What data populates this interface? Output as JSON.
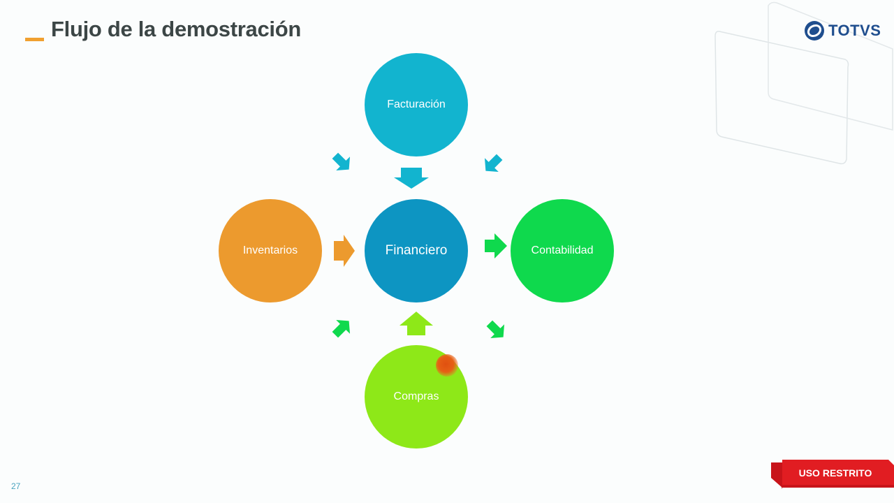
{
  "slide": {
    "title": "Flujo de la demostración",
    "page_number": "27",
    "restricted_label": "USO RESTRITO"
  },
  "logo": {
    "text": "TOTVS",
    "brand_color": "#1f4e8e"
  },
  "diagram": {
    "nodes": {
      "top": {
        "label": "Facturación",
        "color": "#12b4cf"
      },
      "center": {
        "label": "Financiero",
        "color": "#0d95c2"
      },
      "left": {
        "label": "Inventarios",
        "color": "#ec9a2e"
      },
      "right": {
        "label": "Contabilidad",
        "color": "#0fd94d"
      },
      "bottom": {
        "label": "Compras",
        "color": "#8ee818"
      }
    }
  }
}
